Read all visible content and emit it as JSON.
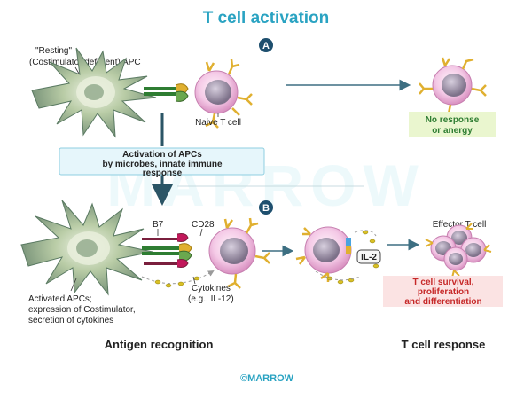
{
  "title": "T cell activation",
  "panels": {
    "a": "A",
    "b": "B"
  },
  "labels": {
    "resting_quote": "\"Resting\"",
    "resting_apc": "(Costimulator deficient) APC",
    "naive_t_cell": "Naive T cell",
    "no_response_1": "No response",
    "no_response_2": "or anergy",
    "activation_1": "Activation of APCs",
    "activation_2": "by microbes, innate immune",
    "activation_3": "response",
    "b7": "B7",
    "cd28": "CD28",
    "cytokines_1": "Cytokines",
    "cytokines_2": "(e.g., IL-12)",
    "il2": "IL-2",
    "effector": "Effector T cell",
    "survival_1": "T cell survival,",
    "survival_2": "proliferation",
    "survival_3": "and differentiation",
    "activated_1": "Activated APCs;",
    "activated_2": "expression of Costimulator,",
    "activated_3": "secretion of cytokines",
    "antigen_recognition": "Antigen recognition",
    "t_cell_response": "T cell response"
  },
  "watermark": "MARROW",
  "copyright": "©MARROW",
  "colors": {
    "title": "#2aa3c2",
    "panel_circle": "#1e4f6e",
    "no_response_bg": "#eaf6cf",
    "survival_bg": "#fbe3e3",
    "activation_bg": "#e6f6fb",
    "apc_body": "#c9d8b8",
    "tcell_body": "#f7d3ec",
    "nucleus": "#9b8fa6",
    "receptor": "#e0b030"
  }
}
